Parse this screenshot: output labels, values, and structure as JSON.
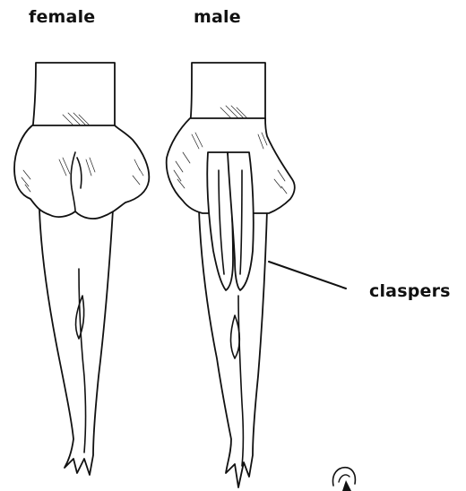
{
  "labels": {
    "female": "female",
    "male": "male",
    "claspers": "claspers"
  },
  "colors": {
    "ink": "#111111",
    "background": "#ffffff"
  }
}
